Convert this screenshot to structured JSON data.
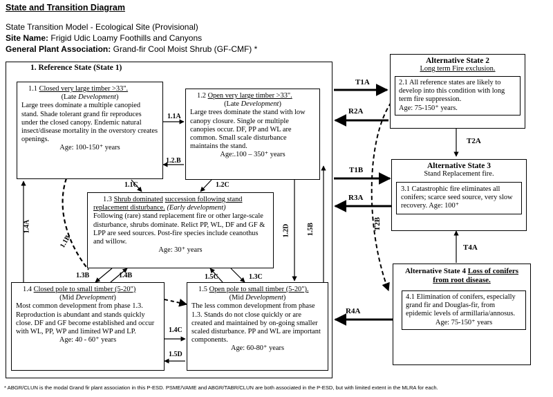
{
  "header": {
    "title": "State and Transition Diagram",
    "model": "State Transition Model - Ecological Site (Provisional)",
    "site_label": "Site Name:",
    "site_value": "Frigid Udic Loamy Foothills and Canyons",
    "assoc_label": "General Plant Association:",
    "assoc_value": "Grand-fir Cool Moist Shrub (GF-CMF) *"
  },
  "reference_state": {
    "title": "1. Reference State (State 1)",
    "s1_1": {
      "num": "1.1",
      "name": "Closed very large timber >33\".",
      "stage_pre": "(Late ",
      "stage_word": "Development",
      "stage_post": ")",
      "body": "Large trees dominate a multiple canopied stand.  Shade tolerant grand fir reproduces under the closed canopy. Endemic natural insect/disease mortality in the overstory creates openings.",
      "age": "Age: 100-150⁺ years"
    },
    "s1_2": {
      "num": "1.2",
      "name": "Open very large timber >33\".",
      "stage_pre": "(Late ",
      "stage_word": "Development",
      "stage_post": ")",
      "body": "Large trees dominate the stand with low canopy closure. Single or multiple canopies occur. DF, PP and WL are common. Small scale disturbance maintains the stand.",
      "age": "Age:.100 – 350⁺ years"
    },
    "s1_3": {
      "num": "1.3",
      "name_a": "Shrub dominated",
      "name_b": "succession following stand replacement disturbance.",
      "stage": "(Early development)",
      "body": "Following (rare) stand replacement fire or other large-scale disturbance, shrubs dominate.  Relict PP, WL, DF and GF & LPP are seed sources.  Post-fire species include ceanothus and willow.",
      "age": "Age: 30⁺ years"
    },
    "s1_4": {
      "num": "1.4",
      "name": "Closed pole to small timber (5-20\")",
      "stage_pre": "(Mid ",
      "stage_word": "Development",
      "stage_post": ")",
      "body": "Most common development from phase 1.3.  Reproduction is abundant and stands quickly close. DF and GF become established and occur with WL, PP, WP and limited WP and LP.",
      "age": "Age: 40 - 60⁺ years"
    },
    "s1_5": {
      "num": "1.5",
      "name": "Open pole to small timber (5-20\").",
      "stage_pre": "(Mid ",
      "stage_word": "Development",
      "stage_post": ")",
      "body": "The less common development from phase 1.3. Stands do not close quickly or are created and maintained by on-going smaller scaled disturbance.  PP and WL are important components.",
      "age": "Age: 60-80⁺ years"
    }
  },
  "alt_state_2": {
    "title": "Alternative State 2",
    "subtitle": "Long term Fire exclusion.",
    "body": "2.1 All reference states are likely to develop into this condition with long term fire suppression.",
    "age": "Age: 75-150⁺ years."
  },
  "alt_state_3": {
    "title": "Alternative State 3",
    "subtitle": "Stand Replacement fire.",
    "body": "3.1 Catastrophic fire eliminates all conifers; scarce seed source, very slow recovery. Age: 100⁺"
  },
  "alt_state_4": {
    "title_a": "Alternative State 4",
    "title_b": "Loss of conifers from root disease.",
    "body": "4.1 Elimination of conifers, especially grand fir and Douglas-fir, from epidemic levels of armillaria/annosus.",
    "age": "Age: 75-150⁺ years"
  },
  "transitions": {
    "t1a": "T1A",
    "r2a": "R2A",
    "t2a": "T2A",
    "t1b": "T1B",
    "r3a": "R3A",
    "t2b": "T2B",
    "t4a": "T4A",
    "r4a": "R4A",
    "p1_1a": "1.1A",
    "p1_2b": "1.2.B",
    "p1_1c": "1.1C",
    "p1_2c": "1.2C",
    "p1_4a": "1.4A",
    "p1_1b": "1.1B",
    "p1_2d": "1.2D",
    "p1_5b": "1.5B",
    "p1_3b": "1.3B",
    "p1_4b": "1.4B",
    "p1_5c": "1.5C",
    "p1_3c": "1.3C",
    "p1_4c": "1.4C",
    "p1_5d": "1.5D"
  },
  "footnote": "* ABGR/CLUN is the modal Grand fir plant association in this P-ESD. PSME/VAME and ABGR/TABR/CLUN are both associated in the P-ESD, but with limited extent in the MLRA for each."
}
